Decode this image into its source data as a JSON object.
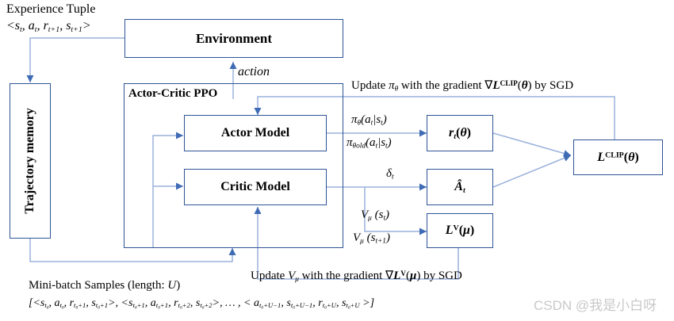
{
  "diagram": {
    "title": "Actor-Critic PPO architecture",
    "colors": {
      "stroke": "#2e5496",
      "wire": "#8fa9d4",
      "wire_dark": "#5a7fc0",
      "text": "#000000",
      "watermark": "#c9c9c9",
      "background": "#ffffff"
    }
  },
  "labels": {
    "experience_tuple_title": "Experience Tuple",
    "experience_tuple_value": "<s_t, a_t, r_{t+1}, s_{t+1}>",
    "action": "action",
    "delta": "δ_t",
    "pi_new": "π_θ(a_t|s_t)",
    "pi_old": "π_θold(a_t|s_t)",
    "v_st": "V_μ (s_t)",
    "v_st1": "V_μ (s_{t+1})",
    "update_policy": "Update π_θ with the gradient ∇L^CLIP(θ) by SGD",
    "update_value": "Update V_μ with the gradient ∇L^V(μ) by SGD",
    "minibatch_title": "Mini-batch Samples (length: U)",
    "minibatch_formula": "[<s_{t0}, a_{t0}, r_{t0+1}, s_{t0+1}>, <s_{t0+1}, a_{t0+1}, r_{t0+2}, s_{t0+2}>, … , < a_{t0+U-1}, s_{t0+U-1}, r_{t0+U}, s_{t0+U} >]"
  },
  "boxes": {
    "environment": "Environment",
    "trajectory_memory": "Trajectory memory",
    "actor_model": "Actor Model",
    "critic_model": "Critic Model",
    "ppo_group": "Actor-Critic PPO",
    "ratio": "r_t(θ)",
    "advantage": "Â_t",
    "value_loss": "L^V(μ)",
    "clip_loss": "L^CLIP(θ)"
  },
  "watermark": {
    "text": "CSDN @我是小白呀"
  }
}
